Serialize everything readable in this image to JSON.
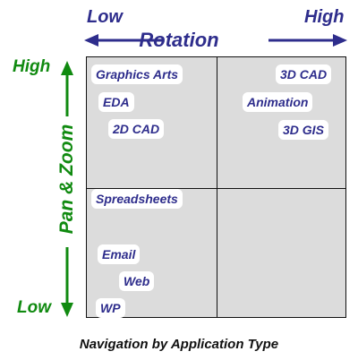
{
  "rotation_axis": {
    "low": "Low",
    "title": "Rotation",
    "high": "High"
  },
  "pan_zoom_axis": {
    "high": "High",
    "title": "Pan & Zoom",
    "low": "Low"
  },
  "quadrants": {
    "high_pan_low_rotation": [
      "Graphics Arts",
      "EDA",
      "2D CAD"
    ],
    "high_pan_high_rotation": [
      "3D CAD",
      "Animation",
      "3D GIS"
    ],
    "low_pan_low_rotation": [
      "Spreadsheets",
      "Email",
      "Web",
      "WP"
    ],
    "low_pan_high_rotation": []
  },
  "caption": "Navigation by Application Type",
  "colors": {
    "axis_blue": "#2e2d8c",
    "axis_green": "#108a10",
    "quadrant_fill": "#dcdcdc"
  }
}
